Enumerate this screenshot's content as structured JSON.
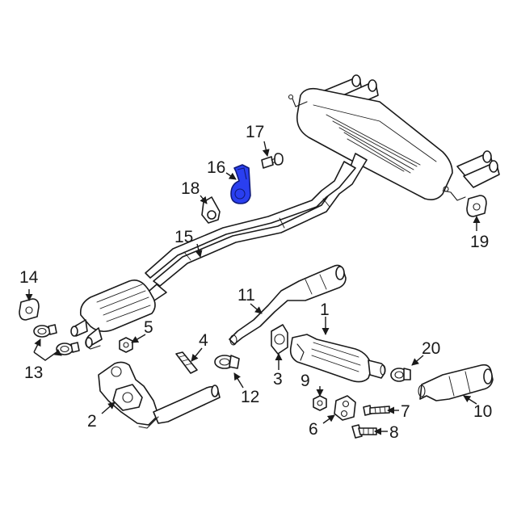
{
  "diagram": {
    "highlight_color": "#2a3ff0",
    "callouts": [
      {
        "key": "c1",
        "label": "1"
      },
      {
        "key": "c2",
        "label": "2"
      },
      {
        "key": "c3",
        "label": "3"
      },
      {
        "key": "c4",
        "label": "4"
      },
      {
        "key": "c5",
        "label": "5"
      },
      {
        "key": "c6",
        "label": "6"
      },
      {
        "key": "c7",
        "label": "7"
      },
      {
        "key": "c8",
        "label": "8"
      },
      {
        "key": "c9",
        "label": "9"
      },
      {
        "key": "c10",
        "label": "10"
      },
      {
        "key": "c11",
        "label": "11"
      },
      {
        "key": "c12",
        "label": "12"
      },
      {
        "key": "c13",
        "label": "13"
      },
      {
        "key": "c14",
        "label": "14"
      },
      {
        "key": "c15",
        "label": "15"
      },
      {
        "key": "c16",
        "label": "16"
      },
      {
        "key": "c17",
        "label": "17"
      },
      {
        "key": "c18",
        "label": "18"
      },
      {
        "key": "c19",
        "label": "19"
      },
      {
        "key": "c20",
        "label": "20"
      }
    ]
  }
}
